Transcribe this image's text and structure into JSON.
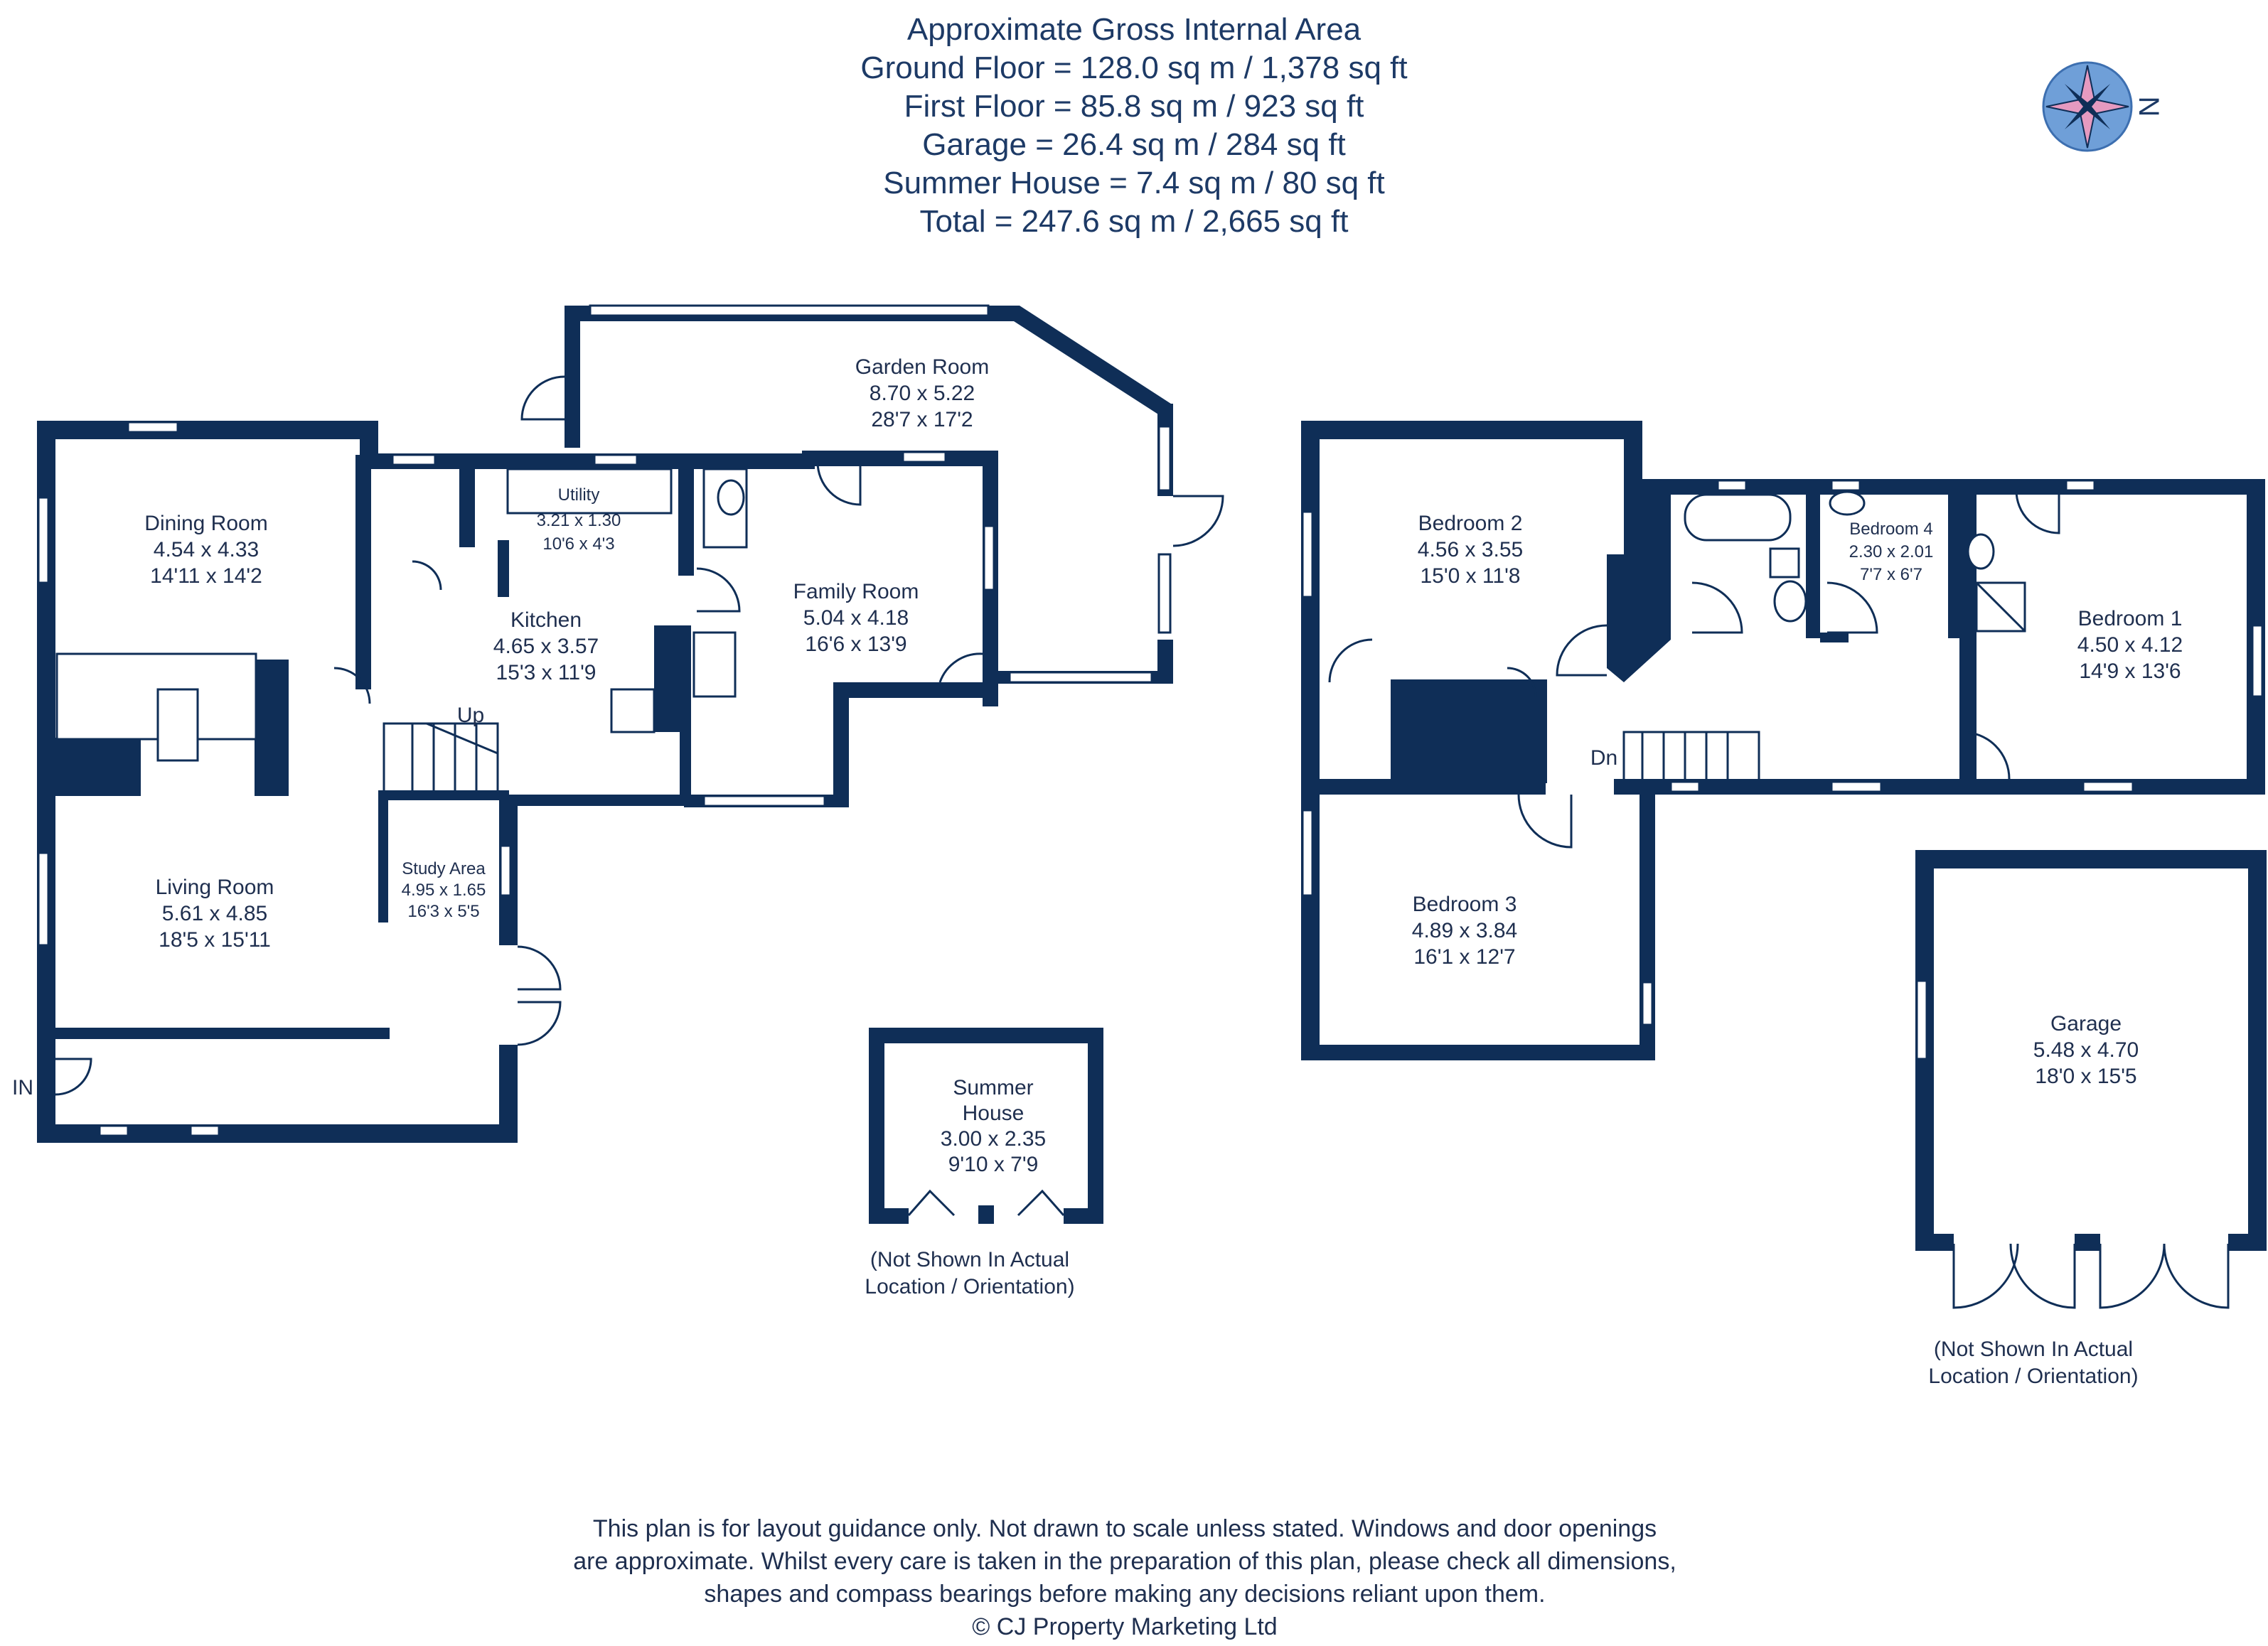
{
  "header": {
    "lines": [
      "Approximate Gross Internal Area",
      "Ground Floor = 128.0 sq m / 1,378 sq ft",
      "First Floor = 85.8 sq m / 923 sq ft",
      "Garage = 26.4 sq m / 284 sq ft",
      "Summer House = 7.4 sq m / 80 sq ft",
      "Total = 247.6 sq m / 2,665 sq ft"
    ]
  },
  "compass": {
    "label": "N",
    "icon": "compass-rose-icon"
  },
  "ground_floor": {
    "rooms": [
      {
        "id": "garden-room",
        "name": "Garden Room",
        "metric": "8.70 x 5.22",
        "imperial": "28'7 x 17'2"
      },
      {
        "id": "dining-room",
        "name": "Dining Room",
        "metric": "4.54 x 4.33",
        "imperial": "14'11 x 14'2"
      },
      {
        "id": "utility",
        "name": "Utility",
        "metric": "3.21 x 1.30",
        "imperial": "10'6 x 4'3"
      },
      {
        "id": "family-room",
        "name": "Family Room",
        "metric": "5.04 x 4.18",
        "imperial": "16'6 x 13'9"
      },
      {
        "id": "kitchen",
        "name": "Kitchen",
        "metric": "4.65 x 3.57",
        "imperial": "15'3 x 11'9"
      },
      {
        "id": "living-room",
        "name": "Living Room",
        "metric": "5.61 x 4.85",
        "imperial": "18'5 x 15'11"
      },
      {
        "id": "study-area",
        "name": "Study Area",
        "metric": "4.95 x 1.65",
        "imperial": "16'3 x 5'5"
      }
    ],
    "stair_label": "Up",
    "entrance_label": "IN"
  },
  "summer_house": {
    "name_line1": "Summer",
    "name_line2": "House",
    "metric": "3.00 x 2.35",
    "imperial": "9'10 x 7'9",
    "note_line1": "(Not Shown In Actual",
    "note_line2": "Location / Orientation)"
  },
  "first_floor": {
    "rooms": [
      {
        "id": "bedroom-2",
        "name": "Bedroom 2",
        "metric": "4.56 x 3.55",
        "imperial": "15'0 x 11'8"
      },
      {
        "id": "bedroom-4",
        "name": "Bedroom 4",
        "metric": "2.30 x 2.01",
        "imperial": "7'7 x 6'7"
      },
      {
        "id": "bedroom-1",
        "name": "Bedroom 1",
        "metric": "4.50 x 4.12",
        "imperial": "14'9 x 13'6"
      },
      {
        "id": "bedroom-3",
        "name": "Bedroom 3",
        "metric": "4.89 x 3.84",
        "imperial": "16'1 x 12'7"
      }
    ],
    "stair_label": "Dn"
  },
  "garage": {
    "name": "Garage",
    "metric": "5.48 x 4.70",
    "imperial": "18'0 x 15'5",
    "note_line1": "(Not Shown In Actual",
    "note_line2": "Location / Orientation)"
  },
  "footer": {
    "lines": [
      "This plan is for layout guidance only. Not drawn to scale unless stated. Windows and door openings",
      "are approximate. Whilst every care is taken in the preparation of this plan, please check all dimensions,",
      "shapes and compass bearings before making any decisions reliant upon them.",
      "© CJ Property Marketing Ltd"
    ]
  },
  "colors": {
    "wall": "#0f2e57",
    "text": "#1d3a66",
    "compass_pink": "#e59ac0",
    "compass_blue": "#6f9fd8"
  }
}
